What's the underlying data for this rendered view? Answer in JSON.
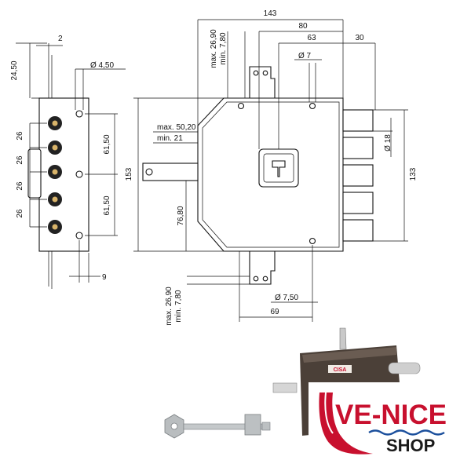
{
  "drawing": {
    "side_view": {
      "top_offset": "24,50",
      "plate_thickness": "2",
      "hole_diameter": "Ø 4,50",
      "spacing_1": "26",
      "spacing_2": "26",
      "spacing_3": "26",
      "spacing_4": "26",
      "mount_upper": "61,50",
      "mount_lower": "61,50",
      "bottom_offset": "9"
    },
    "front_view": {
      "overall_width": "143",
      "width_80": "80",
      "width_63": "63",
      "width_30": "30",
      "hole_top": "Ø 7",
      "top_lever_max": "max. 26,90",
      "top_lever_min": "min. 7,80",
      "backset_max": "max. 50,20",
      "backset_min": "min. 21",
      "height_153": "153",
      "height_133": "133",
      "bolt_diameter": "Ø 18",
      "center_height": "76,80",
      "bottom_lever_max": "max. 26,90",
      "bottom_lever_min": "min. 7,80",
      "hole_bottom": "Ø 7,50",
      "width_69": "69"
    }
  },
  "product": {
    "brand_on_lock": "CISA"
  },
  "logo": {
    "line1": "VE-NICE",
    "line2": "SHOP",
    "colors": {
      "red": "#c8102e",
      "blue": "#1b4f9c",
      "dark": "#1a1a1a"
    }
  }
}
